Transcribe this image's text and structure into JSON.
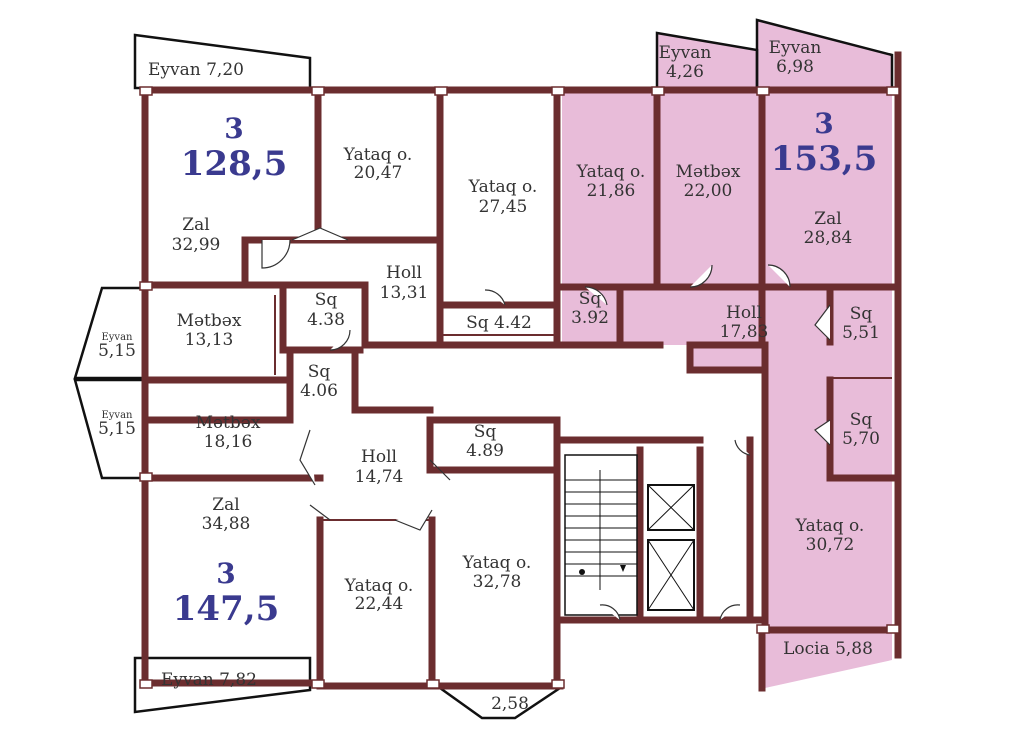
{
  "colors": {
    "highlight": "#e8bcd9",
    "wall": "#6b2d2f",
    "apartment_number": "#3a3a8f",
    "text": "#333333"
  },
  "apartments": [
    {
      "rooms": "3",
      "area": "128,5"
    },
    {
      "rooms": "3",
      "area": "153,5"
    },
    {
      "rooms": "3",
      "area": "147,5"
    }
  ],
  "rooms": {
    "eyvan_top_left": [
      "Eyvan 7,20"
    ],
    "yataq_top_1": [
      "Yataq o.",
      "20,47"
    ],
    "yataq_top_2": [
      "Yataq o.",
      "27,45"
    ],
    "zal_top_left": [
      "Zal",
      "32,99"
    ],
    "holl_top": [
      "Holl",
      "13,31"
    ],
    "metbex_top_left": [
      "Mətbəx",
      "13,13"
    ],
    "sq_438": [
      "Sq",
      "4.38"
    ],
    "sq_442": [
      "Sq 4.42"
    ],
    "eyvan_left_1": [
      "Eyvan",
      "5,15"
    ],
    "eyvan_left_2": [
      "Eyvan",
      "5,15"
    ],
    "sq_406": [
      "Sq",
      "4.06"
    ],
    "metbex_left": [
      "Mətbəx",
      "18,16"
    ],
    "holl_center": [
      "Holl",
      "14,74"
    ],
    "sq_489": [
      "Sq",
      "4.89"
    ],
    "zal_bottom_left": [
      "Zal",
      "34,88"
    ],
    "yataq_bottom_1": [
      "Yataq o.",
      "22,44"
    ],
    "yataq_bottom_2": [
      "Yataq o.",
      "32,78"
    ],
    "eyvan_bottom_left": [
      "Eyvan 7,82"
    ],
    "bay_bottom": [
      "2,58"
    ],
    "eyvan_top_mid": [
      "Eyvan",
      "4,26"
    ],
    "eyvan_top_right": [
      "Eyvan",
      "6,98"
    ],
    "yataq_right_1": [
      "Yataq o.",
      "21,86"
    ],
    "metbex_right": [
      "Mətbəx",
      "22,00"
    ],
    "zal_right": [
      "Zal",
      "28,84"
    ],
    "sq_392": [
      "Sq",
      "3.92"
    ],
    "holl_right": [
      "Holl",
      "17,83"
    ],
    "sq_551": [
      "Sq",
      "5,51"
    ],
    "sq_570": [
      "Sq",
      "5,70"
    ],
    "yataq_right_2": [
      "Yataq o.",
      "30,72"
    ],
    "locia": [
      "Locia 5,88"
    ]
  }
}
